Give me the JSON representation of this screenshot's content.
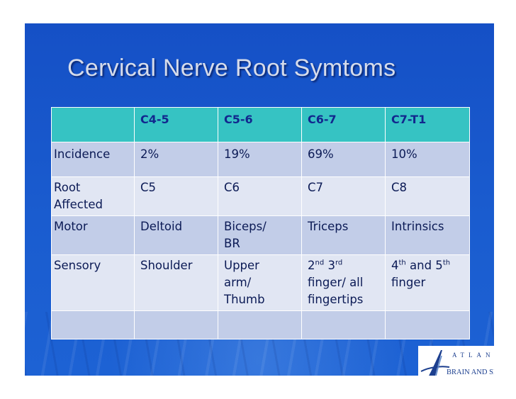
{
  "title": "Cervical Nerve Root Symtoms",
  "table": {
    "header": [
      "",
      "C4-5",
      "C5-6",
      "C6-7",
      "C7-T1"
    ],
    "incidence": {
      "label": "Incidence",
      "values": [
        "2%",
        "19%",
        "69%",
        "10%"
      ]
    },
    "root": {
      "label_line1": "Root",
      "label_line2": "Affected",
      "values": [
        "C5",
        "C6",
        "C7",
        "C8"
      ]
    },
    "motor": {
      "label": "Motor",
      "deltoid": "Deltoid",
      "biceps_line1": "Biceps/",
      "biceps_line2": "BR",
      "triceps": "Triceps",
      "intrinsics": "Intrinsics"
    },
    "sensory": {
      "label": "Sensory",
      "shoulder": "Shoulder",
      "upper_line1": "Upper",
      "upper_line2": "arm/",
      "upper_line3": "Thumb",
      "c7_num1": "2",
      "c7_sup1": "nd",
      "c7_num2": "3",
      "c7_sup2": "rd",
      "c7_line2": "finger/ all",
      "c7_line3": "fingertips",
      "c8_num1": "4",
      "c8_sup1": "th",
      "c8_and": "and 5",
      "c8_sup2": "th",
      "c8_line2": "finger"
    }
  },
  "logo": {
    "line1": "ATLANTA",
    "line2": "BRAIN AND SPINE CARE"
  },
  "colors": {
    "background": "#1a5ccf",
    "header_row": "#36c3c3",
    "row_dark": "#c2cde8",
    "row_light": "#e1e6f3"
  }
}
